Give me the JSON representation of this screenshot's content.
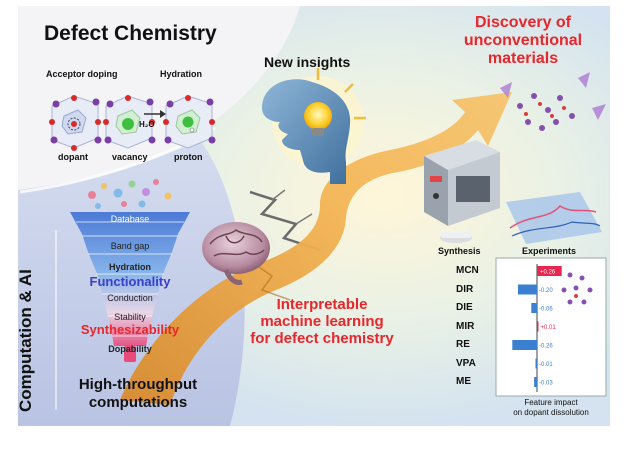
{
  "titles": {
    "defect_chemistry": "Defect Chemistry",
    "new_insights": "New insights",
    "discovery": [
      "Discovery of",
      "unconventional",
      "materials"
    ],
    "computation_ai": "Computation & AI",
    "interpretable": [
      "Interpretable",
      "machine learning",
      "for defect chemistry"
    ],
    "high_throughput": [
      "High-throughput",
      "computations"
    ]
  },
  "crystal_labels": {
    "acceptor_doping": "Acceptor doping",
    "hydration": "Hydration",
    "reagent": "H₂O",
    "dopant": "dopant",
    "vacancy": "vacancy",
    "proton": "proton"
  },
  "experiment_labels": {
    "synthesis": "Synthesis",
    "experiments": "Experiments"
  },
  "funnel_layers": [
    "Database",
    "Band gap",
    "Hydration",
    "Functionality",
    "Conduction",
    "Stability",
    "Synthesizability",
    "Dopability"
  ],
  "chart_data": {
    "type": "bar",
    "orientation": "horizontal",
    "categories": [
      "MCN",
      "DIR",
      "DIE",
      "MIR",
      "RE",
      "VPA",
      "ME"
    ],
    "values": [
      0.26,
      -0.2,
      -0.06,
      0.01,
      -0.26,
      -0.01,
      -0.03
    ],
    "value_labels": [
      "+0.26",
      "-0.20",
      "-0.06",
      "+0.01",
      "-0.26",
      "-0.01",
      "-0.03"
    ],
    "xlabel": "Feature impact on dopant dissolution",
    "xlabel_lines": [
      "Feature impact",
      "on dopant dissolution"
    ],
    "xlim": [
      -0.35,
      0.35
    ],
    "colors": {
      "positive": "#e8264f",
      "negative": "#3b7fd1"
    }
  },
  "colors": {
    "red_title": "#e8262b",
    "arrow": "#f0a640",
    "panel_blue": "#c9cfe8",
    "funnel_top": "#4a7fd8",
    "funnel_bottom": "#e84a7a"
  }
}
